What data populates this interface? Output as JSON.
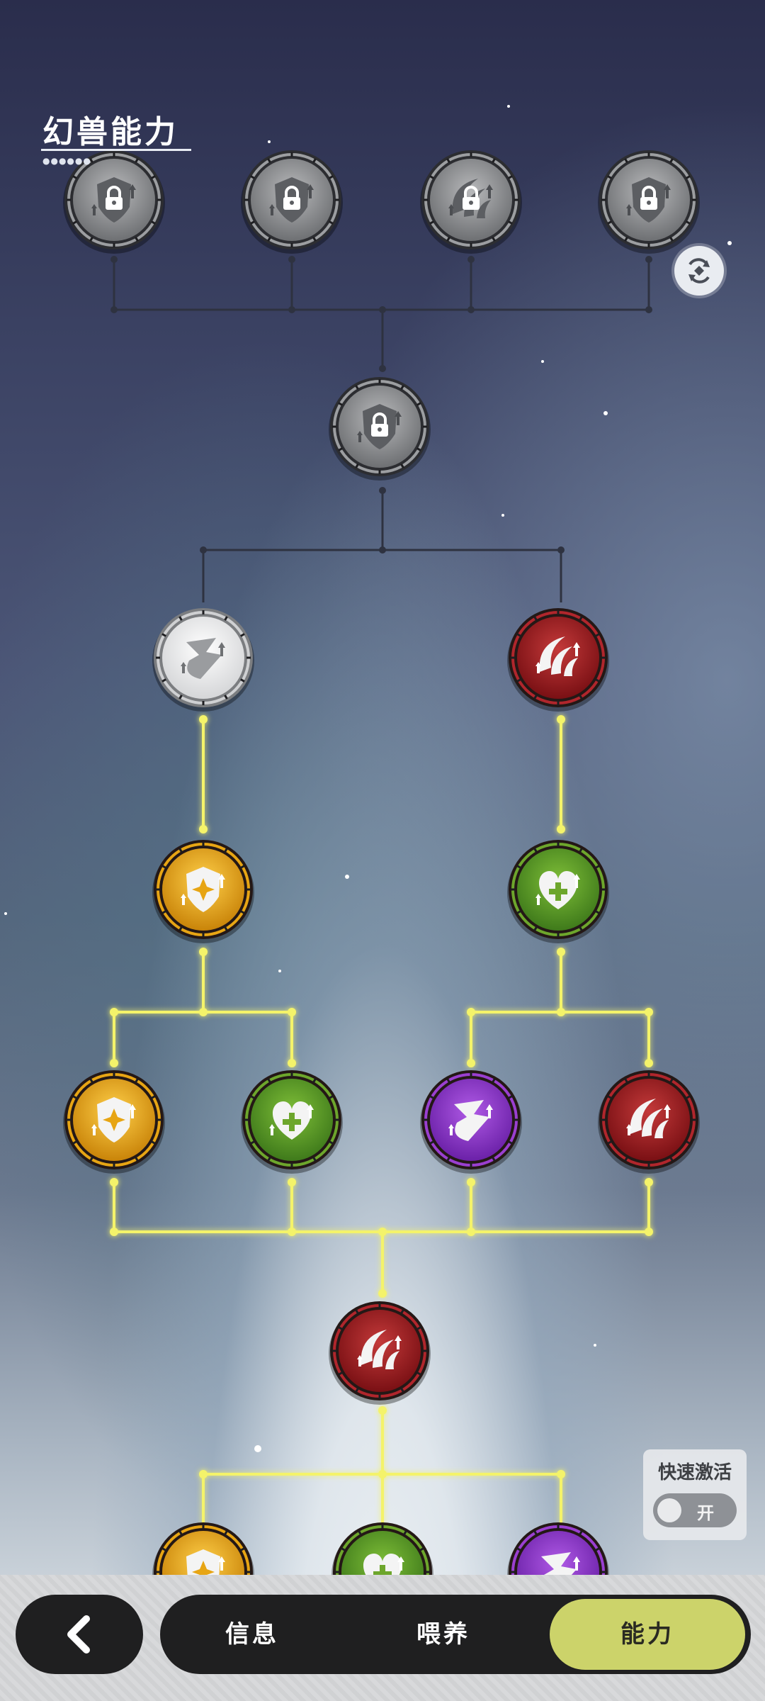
{
  "page": {
    "title": "幻兽能力"
  },
  "quick_activate": {
    "label": "快速激活",
    "state": "开"
  },
  "tabs": [
    {
      "label": "信息",
      "active": false
    },
    {
      "label": "喂养",
      "active": false
    },
    {
      "label": "能力",
      "active": true
    }
  ],
  "colors": {
    "gold": "#e7a514",
    "green": "#6da62c",
    "purple": "#9a3fd0",
    "red": "#b0262c",
    "locked": "#8a8c8f",
    "line_active": "#f4f36a",
    "line_inactive": "#2e3240",
    "tab_active": "#ccd36a"
  },
  "nodes": [
    {
      "id": "n1",
      "type": "locked",
      "icon": "shield-up-lock-icon"
    },
    {
      "id": "n2",
      "type": "locked",
      "icon": "shield-up-lock-icon"
    },
    {
      "id": "n3",
      "type": "locked",
      "icon": "claw-up-lock-icon"
    },
    {
      "id": "n4",
      "type": "locked",
      "icon": "shield-up-lock-icon"
    },
    {
      "id": "n5",
      "type": "locked",
      "icon": "shield-up-lock-icon"
    },
    {
      "id": "n6",
      "type": "white",
      "icon": "wing-up-icon"
    },
    {
      "id": "n7",
      "type": "red",
      "icon": "claw-up-icon"
    },
    {
      "id": "n8",
      "type": "gold",
      "icon": "shield-star-up-icon"
    },
    {
      "id": "n9",
      "type": "green",
      "icon": "heart-plus-up-icon"
    },
    {
      "id": "n10",
      "type": "gold",
      "icon": "shield-star-up-icon"
    },
    {
      "id": "n11",
      "type": "green",
      "icon": "heart-plus-up-icon"
    },
    {
      "id": "n12",
      "type": "purple",
      "icon": "wing-up-icon"
    },
    {
      "id": "n13",
      "type": "red",
      "icon": "claw-up-icon"
    },
    {
      "id": "n14",
      "type": "red",
      "icon": "claw-up-icon"
    },
    {
      "id": "n15",
      "type": "gold",
      "icon": "shield-star-up-icon"
    },
    {
      "id": "n16",
      "type": "green",
      "icon": "heart-plus-up-icon"
    },
    {
      "id": "n17",
      "type": "purple",
      "icon": "wing-up-icon"
    }
  ]
}
